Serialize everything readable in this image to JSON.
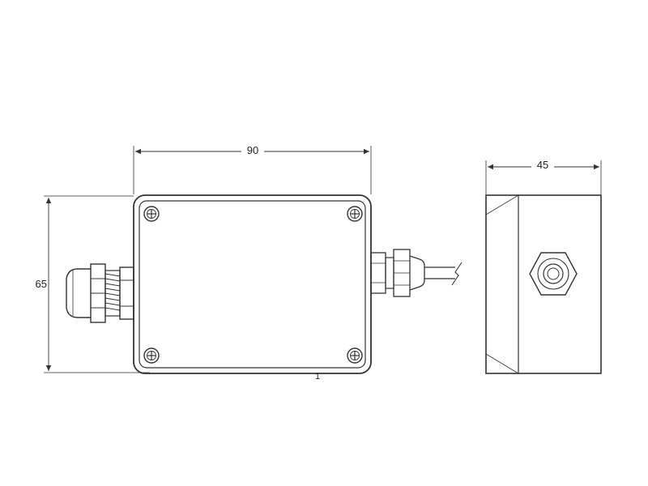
{
  "dimensions": {
    "width": "90",
    "height": "65",
    "depth": "45"
  },
  "callout": "1",
  "colors": {
    "line": "#333333",
    "body_fill": "#ffffff",
    "gland_fill": "#f4f4f4"
  }
}
